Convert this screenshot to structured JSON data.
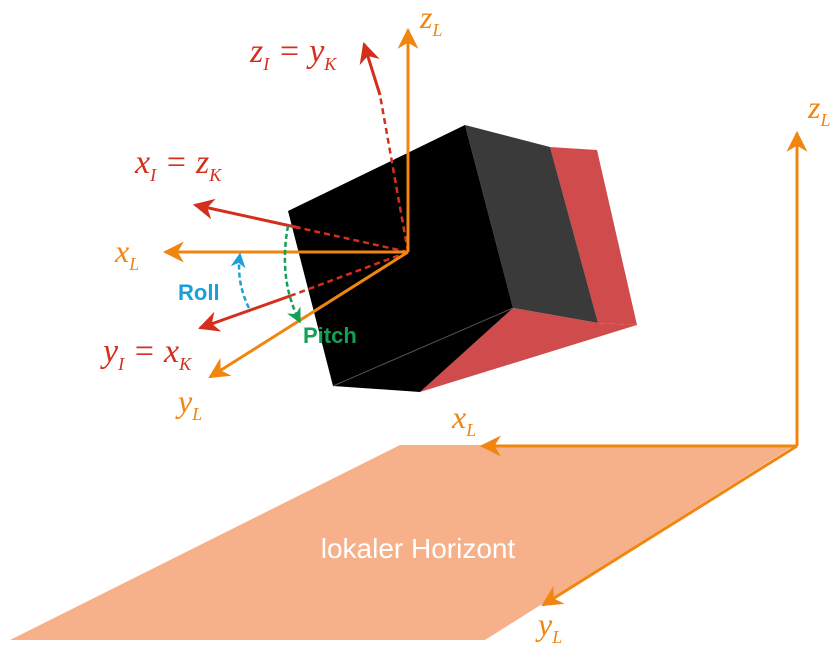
{
  "colors": {
    "axis_orange": "#f0850f",
    "axis_red": "#d42f1c",
    "roll_blue": "#1aa0d8",
    "pitch_green": "#12a055",
    "body_black": "#000000",
    "body_gray": "#3a3a3a",
    "body_red": "#d04b4b",
    "horizon_fill": "#f7b18a",
    "horizon_text": "#ffffff"
  },
  "labels": {
    "zI_left": "z",
    "zI_left_sub": "I",
    "zI_eq": " = ",
    "zI_right": "y",
    "zI_right_sub": "K",
    "zL_top": "z",
    "zL_top_sub": "L",
    "xI_left": "x",
    "xI_left_sub": "I",
    "xI_eq": " = ",
    "xI_right": "z",
    "xI_right_sub": "K",
    "xL_left": "x",
    "xL_left_sub": "L",
    "roll": "Roll",
    "yI_left": "y",
    "yI_left_sub": "I",
    "yI_eq": " = ",
    "yI_right": "x",
    "yI_right_sub": "K",
    "pitch": "Pitch",
    "yL_left": "y",
    "yL_left_sub": "L",
    "zL_right": "z",
    "zL_right_sub": "L",
    "xL_mid": "x",
    "xL_mid_sub": "L",
    "horizon": "lokaler Horizont",
    "yL_bottom": "y",
    "yL_bottom_sub": "L"
  }
}
